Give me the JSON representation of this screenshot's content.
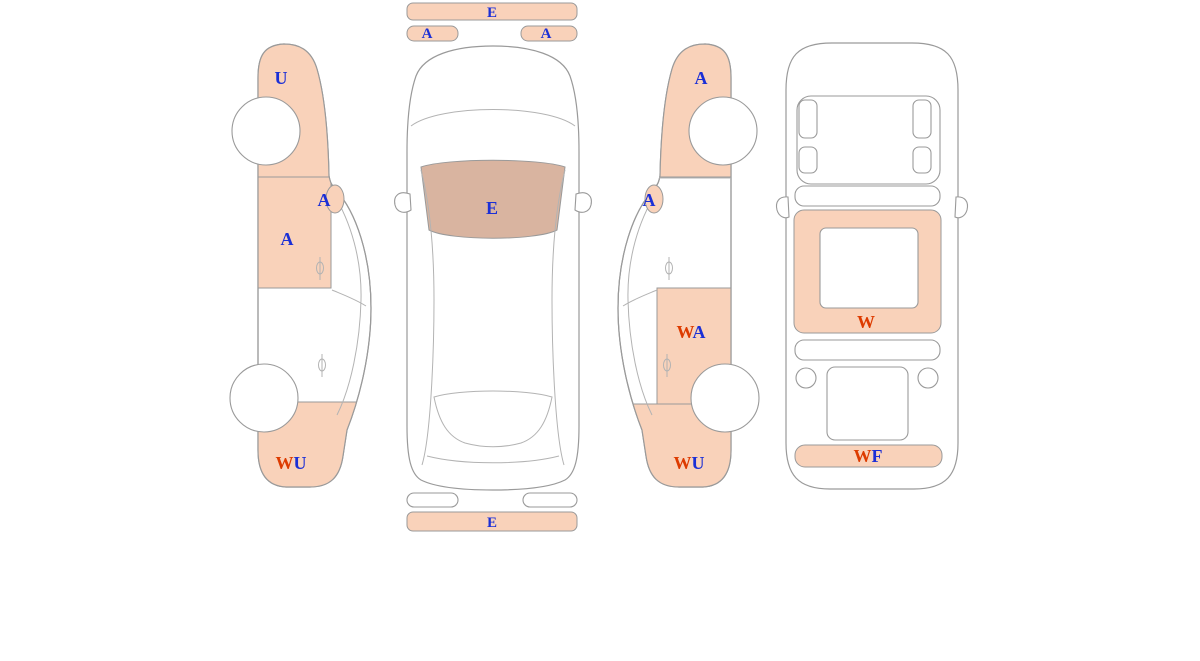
{
  "colors": {
    "background": "#ffffff",
    "outline": "#9a9a9a",
    "outline-light": "#b3b3b3",
    "highlight": "#f9d2ba",
    "glass": "#d9b4a0",
    "label-blue": "#1b2fd6",
    "label-red": "#dd3b00"
  },
  "views": {
    "left_side": {
      "front": "U",
      "mirror": "A",
      "front_door": "A",
      "rear_w": "W",
      "rear_u": "U"
    },
    "top": {
      "front_strip": "E",
      "front_left_strip": "A",
      "front_right_strip": "A",
      "windshield": "E",
      "rear_strip": "E"
    },
    "right_side": {
      "front": "A",
      "mirror": "A",
      "rear_door_w": "W",
      "rear_door_a": "A",
      "rear_w": "W",
      "rear_u": "U"
    },
    "back": {
      "tailgate": "W",
      "bumper_w": "W",
      "bumper_f": "F"
    }
  }
}
